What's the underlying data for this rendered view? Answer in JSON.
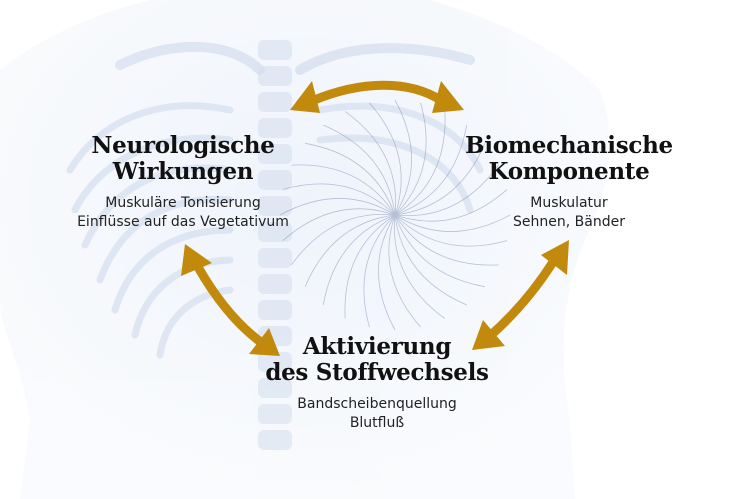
{
  "nodes": {
    "left": {
      "title_1": "Neurologische",
      "title_2": "Wirkungen",
      "line_1": "Muskuläre Tonisierung",
      "line_2": "Einflüsse auf das Vegetativum"
    },
    "right": {
      "title_1": "Biomechanische",
      "title_2": "Komponente",
      "line_1": "Muskulatur",
      "line_2": "Sehnen, Bänder"
    },
    "bottom": {
      "title_1": "Aktivierung",
      "title_2": "des Stoffwechsels",
      "line_1": "Bandscheibenquellung",
      "line_2": "Blutfluß"
    }
  },
  "edges": [
    {
      "from": "left",
      "to": "right",
      "type": "bidirectional"
    },
    {
      "from": "left",
      "to": "bottom",
      "type": "bidirectional"
    },
    {
      "from": "right",
      "to": "bottom",
      "type": "bidirectional"
    }
  ],
  "colors": {
    "arrow": "#C18A0D",
    "skeleton": "#B9C9E3",
    "text": "#111111"
  },
  "icons": {
    "background": "torso-skeleton-illustration",
    "center": "radial-swirl-graphic"
  }
}
